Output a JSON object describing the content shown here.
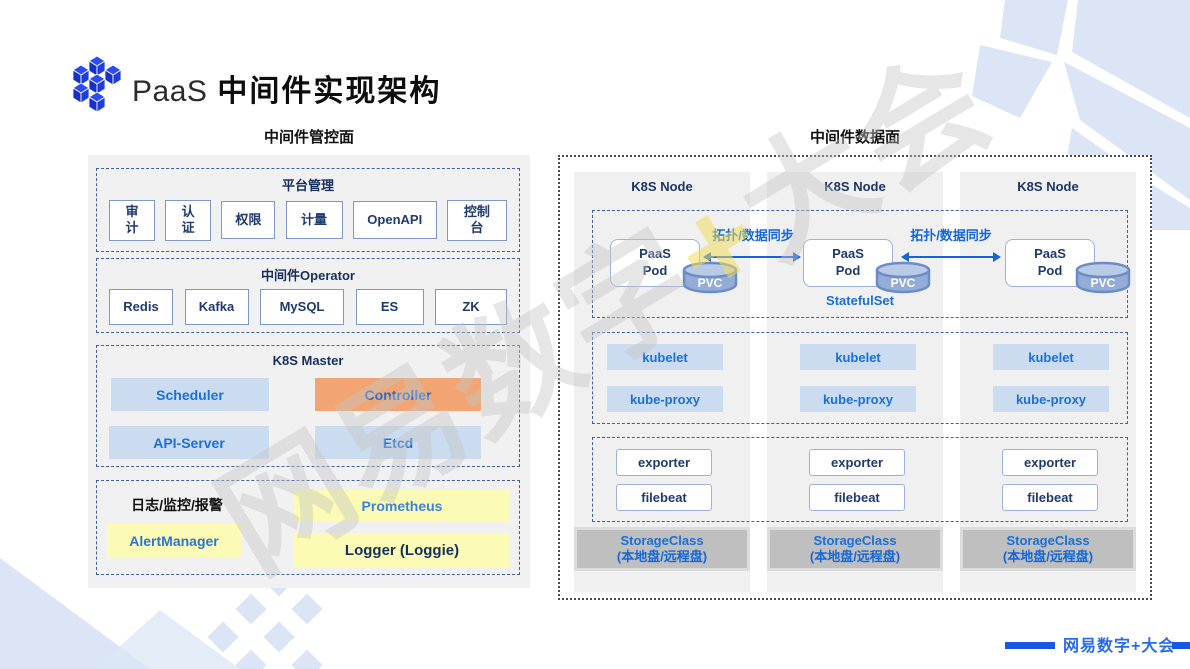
{
  "slide": {
    "title_prefix": "PaaS",
    "title_main": "中间件实现架构"
  },
  "control_plane": {
    "title": "中间件管控面",
    "platform": {
      "title": "平台管理",
      "items": [
        "审\n计",
        "认\n证",
        "权限",
        "计量",
        "OpenAPI",
        "控制\n台"
      ]
    },
    "operator": {
      "title": "中间件Operator",
      "items": [
        "Redis",
        "Kafka",
        "MySQL",
        "ES",
        "ZK"
      ]
    },
    "k8s_master": {
      "title": "K8S Master",
      "scheduler": "Scheduler",
      "controller": "Controller",
      "api_server": "API-Server",
      "etcd": "Etcd"
    },
    "logging": {
      "title": "日志/监控/报警",
      "prometheus": "Prometheus",
      "alertmanager": "AlertManager",
      "logger": "Logger (Loggie)"
    }
  },
  "data_plane": {
    "title": "中间件数据面",
    "node_label": "K8S Node",
    "statefulset": {
      "label": "StatefulSet",
      "pod": "PaaS\nPod",
      "pvc_label": "PVC",
      "sync_label": "拓扑/数据同步"
    },
    "agents": {
      "kubelet": "kubelet",
      "kube_proxy": "kube-proxy"
    },
    "collectors": {
      "exporter": "exporter",
      "filebeat": "filebeat"
    },
    "storage": {
      "line1": "StorageClass",
      "line2": "(本地盘/远程盘)"
    }
  },
  "watermark": {
    "part1": "网易数字",
    "part2": "+",
    "part3": "大会"
  },
  "footer": {
    "label": "网易数字+大会"
  },
  "colors": {
    "accent_blue": "#1b6fd8",
    "navy": "#203a6f",
    "orange": "#f2a572",
    "yellow": "#fbfbb5",
    "light_blue_fill": "#ccdcf0",
    "storage_gray": "#bfbfbf",
    "logo_blue": "#1d3fd8",
    "footer_blue": "#1658e0"
  }
}
